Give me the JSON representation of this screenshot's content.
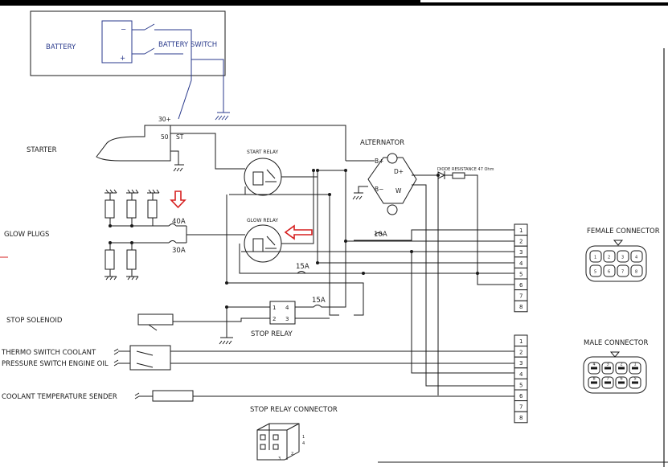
{
  "battery": {
    "label": "BATTERY",
    "switch_label": "BATTERY SWITCH",
    "minus": "−",
    "plus": "+"
  },
  "starter": {
    "label": "STARTER",
    "terminal_30": "30+",
    "terminal_50": "50",
    "terminal_st": "ST"
  },
  "alternator": {
    "label": "ALTERNATOR",
    "b_plus": "B+",
    "b_minus": "B−",
    "d_plus": "D+",
    "w": "W"
  },
  "start_relay": {
    "label": "START RELAY"
  },
  "glow_relay": {
    "label": "GLOW RELAY"
  },
  "glow_plugs": {
    "label": "GLOW PLUGS"
  },
  "diode": {
    "label": "DIODE"
  },
  "resistance": {
    "label": "RESISTANCE 47 Ohm"
  },
  "fuses": {
    "f40": "40A",
    "f30": "30A",
    "f10": "10A",
    "f15a": "15A",
    "f15b": "15A"
  },
  "stop_solenoid": {
    "label": "STOP SOLENOID"
  },
  "stop_relay": {
    "label": "STOP RELAY",
    "pin1": "1",
    "pin2": "2",
    "pin3": "3",
    "pin4": "4"
  },
  "sensors": {
    "thermo": "THERMO SWITCH COOLANT",
    "pressure": "PRESSURE SWITCH ENGINE OIL",
    "coolant_sender": "COOLANT TEMPERATURE SENDER"
  },
  "connector_upper": {
    "pins": [
      "1",
      "2",
      "3",
      "4",
      "5",
      "6",
      "7",
      "8"
    ]
  },
  "connector_lower": {
    "pins": [
      "1",
      "2",
      "3",
      "4",
      "5",
      "6",
      "7",
      "8"
    ]
  },
  "female_connector": {
    "label": "FEMALE CONNECTOR",
    "pins": [
      "1",
      "2",
      "3",
      "4",
      "5",
      "6",
      "7",
      "8"
    ]
  },
  "male_connector": {
    "label": "MALE CONNECTOR",
    "pins": [
      "4",
      "3",
      "2",
      "1",
      "8",
      "7",
      "6",
      "5"
    ]
  },
  "stop_relay_connector": {
    "label": "STOP RELAY CONNECTOR",
    "pin1": "1",
    "pin2": "2",
    "pin3": "3",
    "pin4": "4"
  },
  "colors": {
    "line": "#1a1a1a",
    "battery_blue": "#2a3a8c",
    "arrow_red": "#d62020"
  }
}
